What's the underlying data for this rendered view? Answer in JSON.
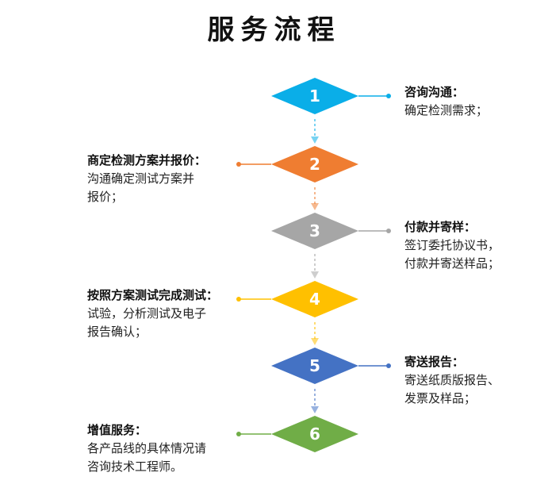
{
  "title": "服务流程",
  "steps": [
    {
      "num": "1",
      "color": "#0aaee8",
      "side": "right",
      "heading": "咨询沟通：",
      "desc": "确定检测需求；"
    },
    {
      "num": "2",
      "color": "#ef7d31",
      "side": "left",
      "heading": "商定检测方案并报价：",
      "desc": "沟通确定测试方案并\n报价；"
    },
    {
      "num": "3",
      "color": "#a6a6a6",
      "side": "right",
      "heading": "付款并寄样：",
      "desc": "签订委托协议书，\n付款并寄送样品；"
    },
    {
      "num": "4",
      "color": "#ffc000",
      "side": "left",
      "heading": "按照方案测试完成测试：",
      "desc": "试验，分析测试及电子\n报告确认；"
    },
    {
      "num": "5",
      "color": "#4472c4",
      "side": "right",
      "heading": "寄送报告：",
      "desc": "寄送纸质版报告、\n发票及样品；"
    },
    {
      "num": "6",
      "color": "#70ad47",
      "side": "left",
      "heading": "增值服务：",
      "desc": "各产品线的具体情况请\n咨询技术工程师。"
    }
  ]
}
